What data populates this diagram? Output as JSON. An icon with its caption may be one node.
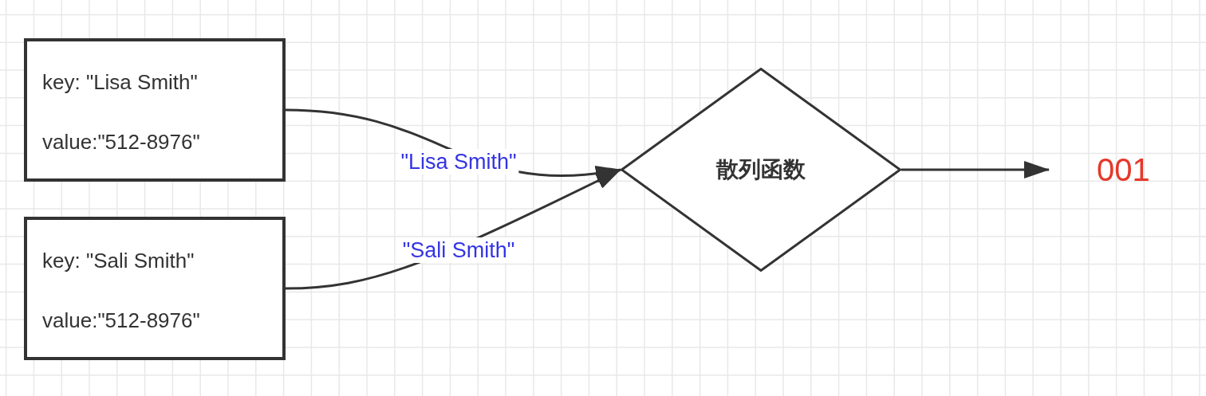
{
  "diagram": {
    "nodes": [
      {
        "text": [
          "key: \"Lisa Smith\"",
          "value:\"512-8976\""
        ]
      },
      {
        "text": [
          "key: \"Sali Smith\"",
          "value:\"512-8976\""
        ]
      },
      {
        "text": [
          "散列函数"
        ]
      },
      {
        "text": [
          "001"
        ]
      }
    ],
    "edges": [
      {
        "from": 0,
        "to": 2,
        "arrow": "to",
        "label": "\"Lisa Smith\""
      },
      {
        "from": 1,
        "to": 2,
        "arrow": "to",
        "label": "\"Sali Smith\""
      },
      {
        "from": 2,
        "to": 3,
        "arrow": "to"
      }
    ]
  }
}
